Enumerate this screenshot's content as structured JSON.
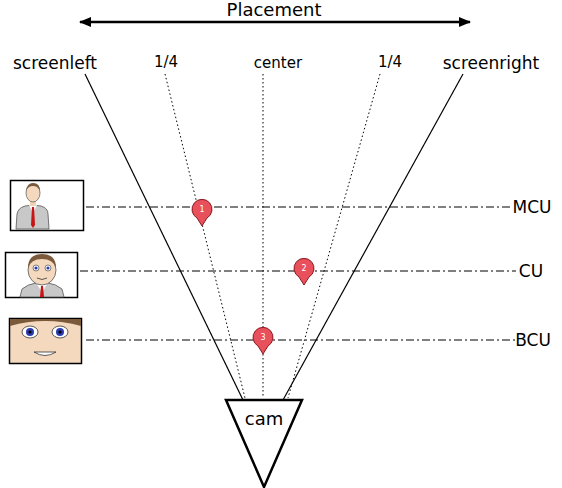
{
  "diagram": {
    "nodes": [
      {
        "text": [
          "1"
        ]
      },
      {
        "text": [
          "2"
        ]
      },
      {
        "text": [
          "3"
        ]
      },
      {
        "text": [
          "cam"
        ]
      }
    ],
    "labels": [
      "Placement",
      "screenleft",
      "1/4",
      "center",
      "1/4",
      "screenright",
      "MCU",
      "CU",
      "BCU"
    ]
  }
}
